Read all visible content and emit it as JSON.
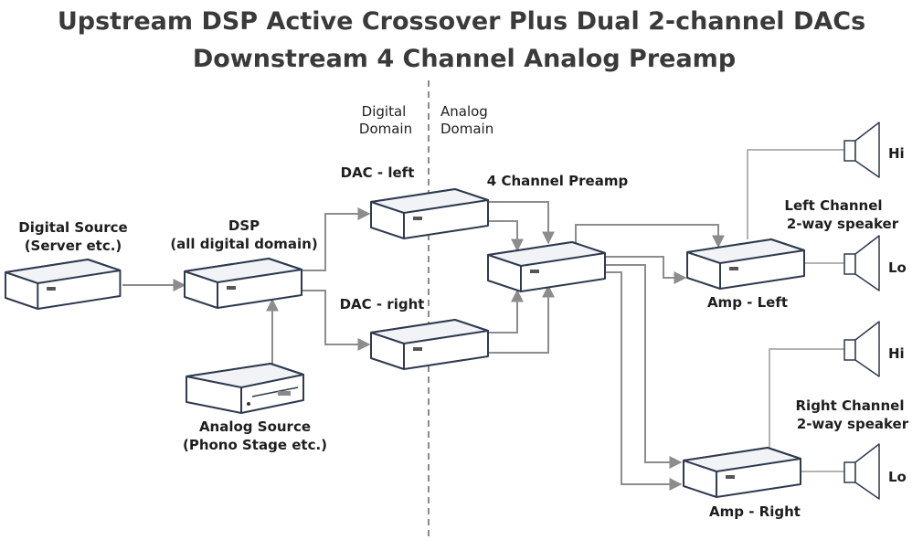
{
  "title": {
    "line1": "Upstream DSP Active Crossover Plus Dual 2-channel DACs",
    "line2": "Downstream 4 Channel Analog Preamp"
  },
  "domains": {
    "digital_line1": "Digital",
    "digital_line2": "Domain",
    "analog_line1": "Analog",
    "analog_line2": "Domain"
  },
  "devices": {
    "digital_source": {
      "line1": "Digital Source",
      "line2": "(Server etc.)"
    },
    "dsp": {
      "line1": "DSP",
      "line2": "(all digital domain)"
    },
    "analog_source": {
      "line1": "Analog Source",
      "line2": "(Phono Stage etc.)"
    },
    "dac_left": {
      "label": "DAC - left"
    },
    "dac_right": {
      "label": "DAC - right"
    },
    "preamp": {
      "label": "4 Channel Preamp"
    },
    "amp_left": {
      "label": "Amp - Left"
    },
    "amp_right": {
      "label": "Amp - Right"
    }
  },
  "speakers": {
    "left": {
      "line1": "Left Channel",
      "line2": "2-way speaker",
      "hi": "Hi",
      "lo": "Lo"
    },
    "right": {
      "line1": "Right Channel",
      "line2": "2-way speaker",
      "hi": "Hi",
      "lo": "Lo"
    }
  },
  "colors": {
    "box_top": "#f4f5f7",
    "box_front": "#ffffff",
    "box_outline": "#2e3a4e",
    "wire": "#8c8c8c",
    "divider": "#8a8a8a"
  }
}
